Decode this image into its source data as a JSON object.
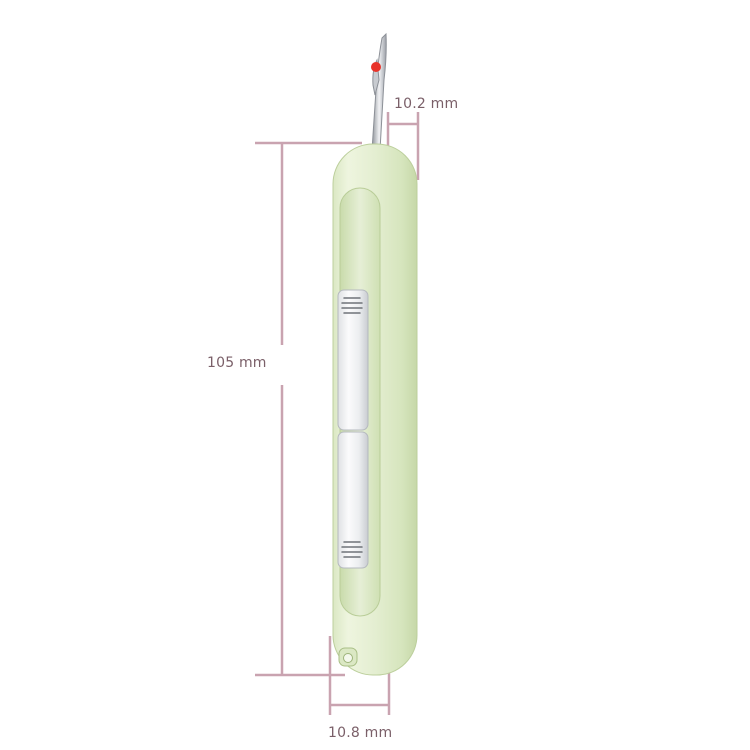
{
  "colors": {
    "dimension_line": "#c9a3b0",
    "label_text": "#7a5f68",
    "body_fill": "#e6f0d5",
    "body_shade": "#cfdfb6",
    "needle_tip": "#e8332a",
    "metal": "#b9bcc2"
  },
  "dimensions": {
    "height_label": "105 mm",
    "tip_width_label": "10.2 mm",
    "base_width_label": "10.8 mm"
  }
}
